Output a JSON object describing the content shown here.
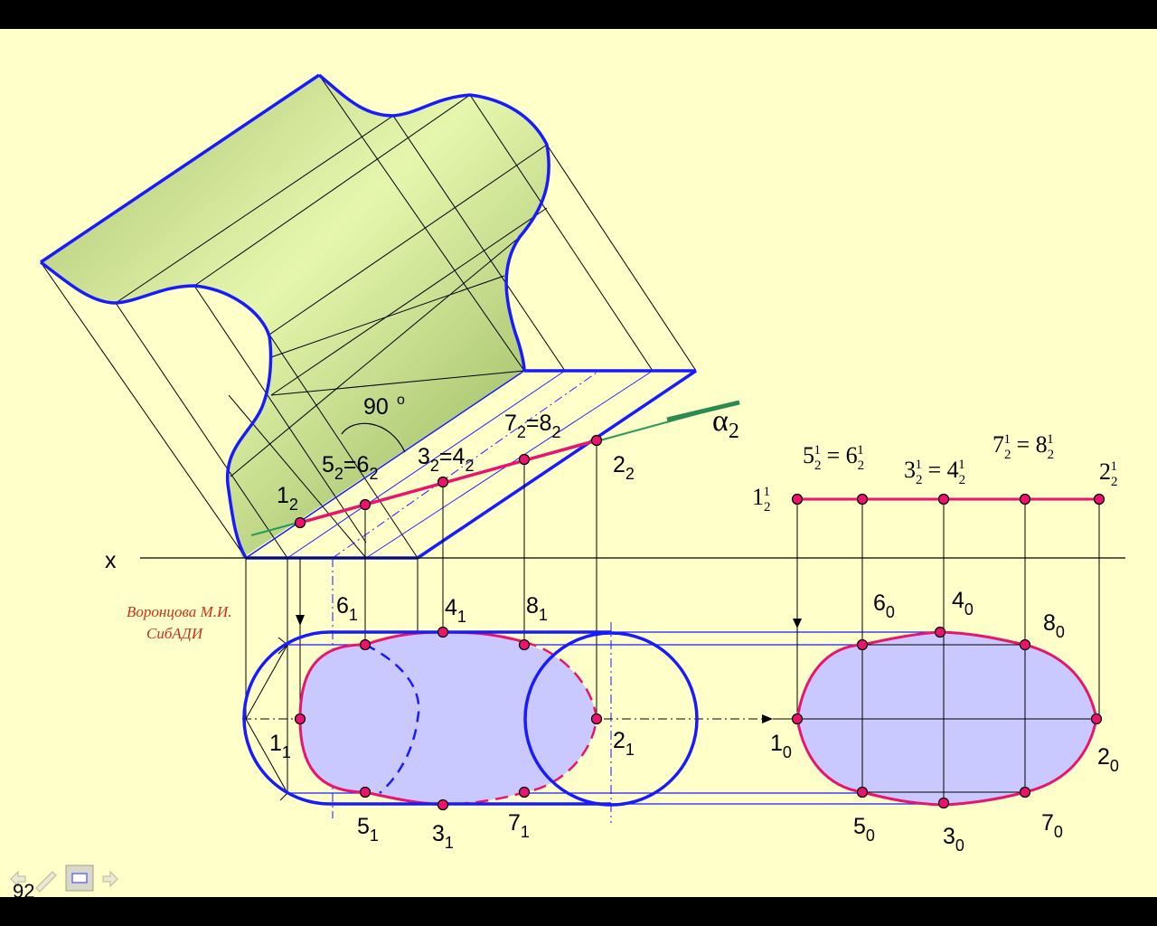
{
  "axis_label": "x",
  "angle_label": "90",
  "angle_degree": "o",
  "plane_label": "α",
  "plane_sub": "2",
  "author": {
    "line1": "Воронцова М.И.",
    "line2": "СибАДИ"
  },
  "front_labels": [
    {
      "id": "1_2",
      "main": "1",
      "sub": "2"
    },
    {
      "id": "5_2",
      "main": "5",
      "sub": "2",
      "eq": "=6",
      "sub2": "2"
    },
    {
      "id": "3_2",
      "main": "3",
      "sub": "2",
      "eq": "=4",
      "sub2": "2"
    },
    {
      "id": "7_2",
      "main": "7",
      "sub": "2",
      "eq": "=8",
      "sub2": "2"
    },
    {
      "id": "2_2",
      "main": "2",
      "sub": "2"
    }
  ],
  "top_labels": [
    {
      "id": "1_1",
      "main": "1",
      "sub": "1"
    },
    {
      "id": "2_1",
      "main": "2",
      "sub": "1"
    },
    {
      "id": "3_1",
      "main": "3",
      "sub": "1"
    },
    {
      "id": "4_1",
      "main": "4",
      "sub": "1"
    },
    {
      "id": "5_1",
      "main": "5",
      "sub": "1"
    },
    {
      "id": "6_1",
      "main": "6",
      "sub": "1"
    },
    {
      "id": "7_1",
      "main": "7",
      "sub": "1"
    },
    {
      "id": "8_1",
      "main": "8",
      "sub": "1"
    }
  ],
  "true_labels": [
    {
      "id": "1_0",
      "main": "1",
      "sub": "0"
    },
    {
      "id": "2_0",
      "main": "2",
      "sub": "0"
    },
    {
      "id": "3_0",
      "main": "3",
      "sub": "0"
    },
    {
      "id": "4_0",
      "main": "4",
      "sub": "0"
    },
    {
      "id": "5_0",
      "main": "5",
      "sub": "0"
    },
    {
      "id": "6_0",
      "main": "6",
      "sub": "0"
    },
    {
      "id": "7_0",
      "main": "7",
      "sub": "0"
    },
    {
      "id": "8_0",
      "main": "8",
      "sub": "0"
    }
  ],
  "aux_labels": {
    "l1": {
      "main": "1",
      "sub": "2",
      "sup": "1"
    },
    "l56": {
      "a": "5",
      "b": "6",
      "eq": " = ",
      "sub": "2",
      "sup": "1"
    },
    "l34": {
      "a": "3",
      "b": "4",
      "eq": " = ",
      "sub": "2",
      "sup": "1"
    },
    "l78": {
      "a": "7",
      "b": "8",
      "eq": " = ",
      "sub": "2",
      "sup": "1"
    },
    "l2": {
      "main": "2",
      "sub": "2",
      "sup": "1"
    }
  },
  "page_number": "92",
  "nav": {
    "prev": "previous-arrow-icon",
    "pen": "pen-icon",
    "menu": "menu-icon",
    "next": "next-arrow-icon"
  }
}
